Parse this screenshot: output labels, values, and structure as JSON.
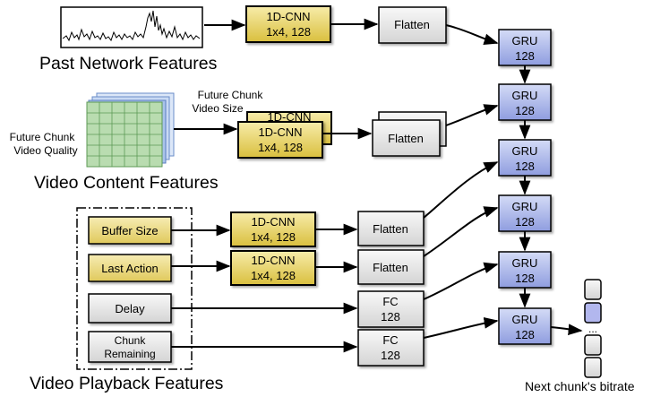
{
  "sections": {
    "past_network": "Past Network Features",
    "video_content": "Video Content Features",
    "video_playback": "Video Playback Features"
  },
  "labels": {
    "future_chunk_size_line1": "Future Chunk",
    "future_chunk_size_line2": "Video Size",
    "future_chunk_quality_line1": "Future Chunk",
    "future_chunk_quality_line2": "Video Quality",
    "next_chunk_bitrate": "Next chunk's bitrate",
    "ellipsis": "..."
  },
  "inputs": {
    "buffer_size": "Buffer Size",
    "last_action": "Last Action",
    "delay": "Delay",
    "chunk_remaining_line1": "Chunk",
    "chunk_remaining_line2": "Remaining"
  },
  "blocks": {
    "cnn_line1": "1D-CNN",
    "cnn_line2": "1x4, 128",
    "flatten": "Flatten",
    "fc_line1": "FC",
    "fc_line2": "128",
    "gru_line1": "GRU",
    "gru_line2": "128"
  },
  "colors": {
    "cnn_fill": "#e2cc58",
    "input_yellow": "#e8d67a",
    "gray_fill": "#e4e4e4",
    "gru_fill": "#a8b4e8",
    "grid_green": "#b9dcb0",
    "grid_blue": "#a9c3ea",
    "output_highlight": "#b2b7ee"
  }
}
